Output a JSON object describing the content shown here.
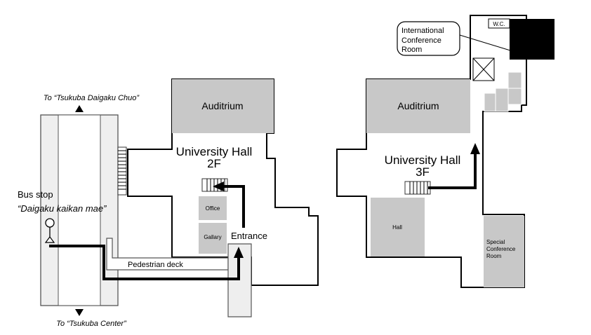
{
  "directions": {
    "north": "To “Tsukuba Daigaku Chuo”",
    "south": "To “Tsukuba Center”"
  },
  "bus_stop": {
    "label": "Bus stop",
    "name": "“Daigaku kaikan mae”"
  },
  "floor_2f": {
    "building": "University Hall",
    "floor": "2F",
    "rooms": {
      "auditorium": "Auditrium",
      "office": "Office",
      "gallery": "Gallary",
      "entrance": "Entrance"
    },
    "pedestrian_deck": "Pedestrian deck"
  },
  "floor_3f": {
    "building": "University Hall",
    "floor": "3F",
    "rooms": {
      "auditorium": "Auditrium",
      "hall": "Hall",
      "special_conference_line1": "Special",
      "special_conference_line2": "Conference",
      "special_conference_line3": "Room",
      "wc": "W.C.",
      "international_line1": "International",
      "international_line2": "Conference",
      "international_line3": "Room"
    }
  },
  "colors": {
    "room_fill": "#c8c8c8",
    "route": "#000000",
    "target_room": "#000000"
  }
}
